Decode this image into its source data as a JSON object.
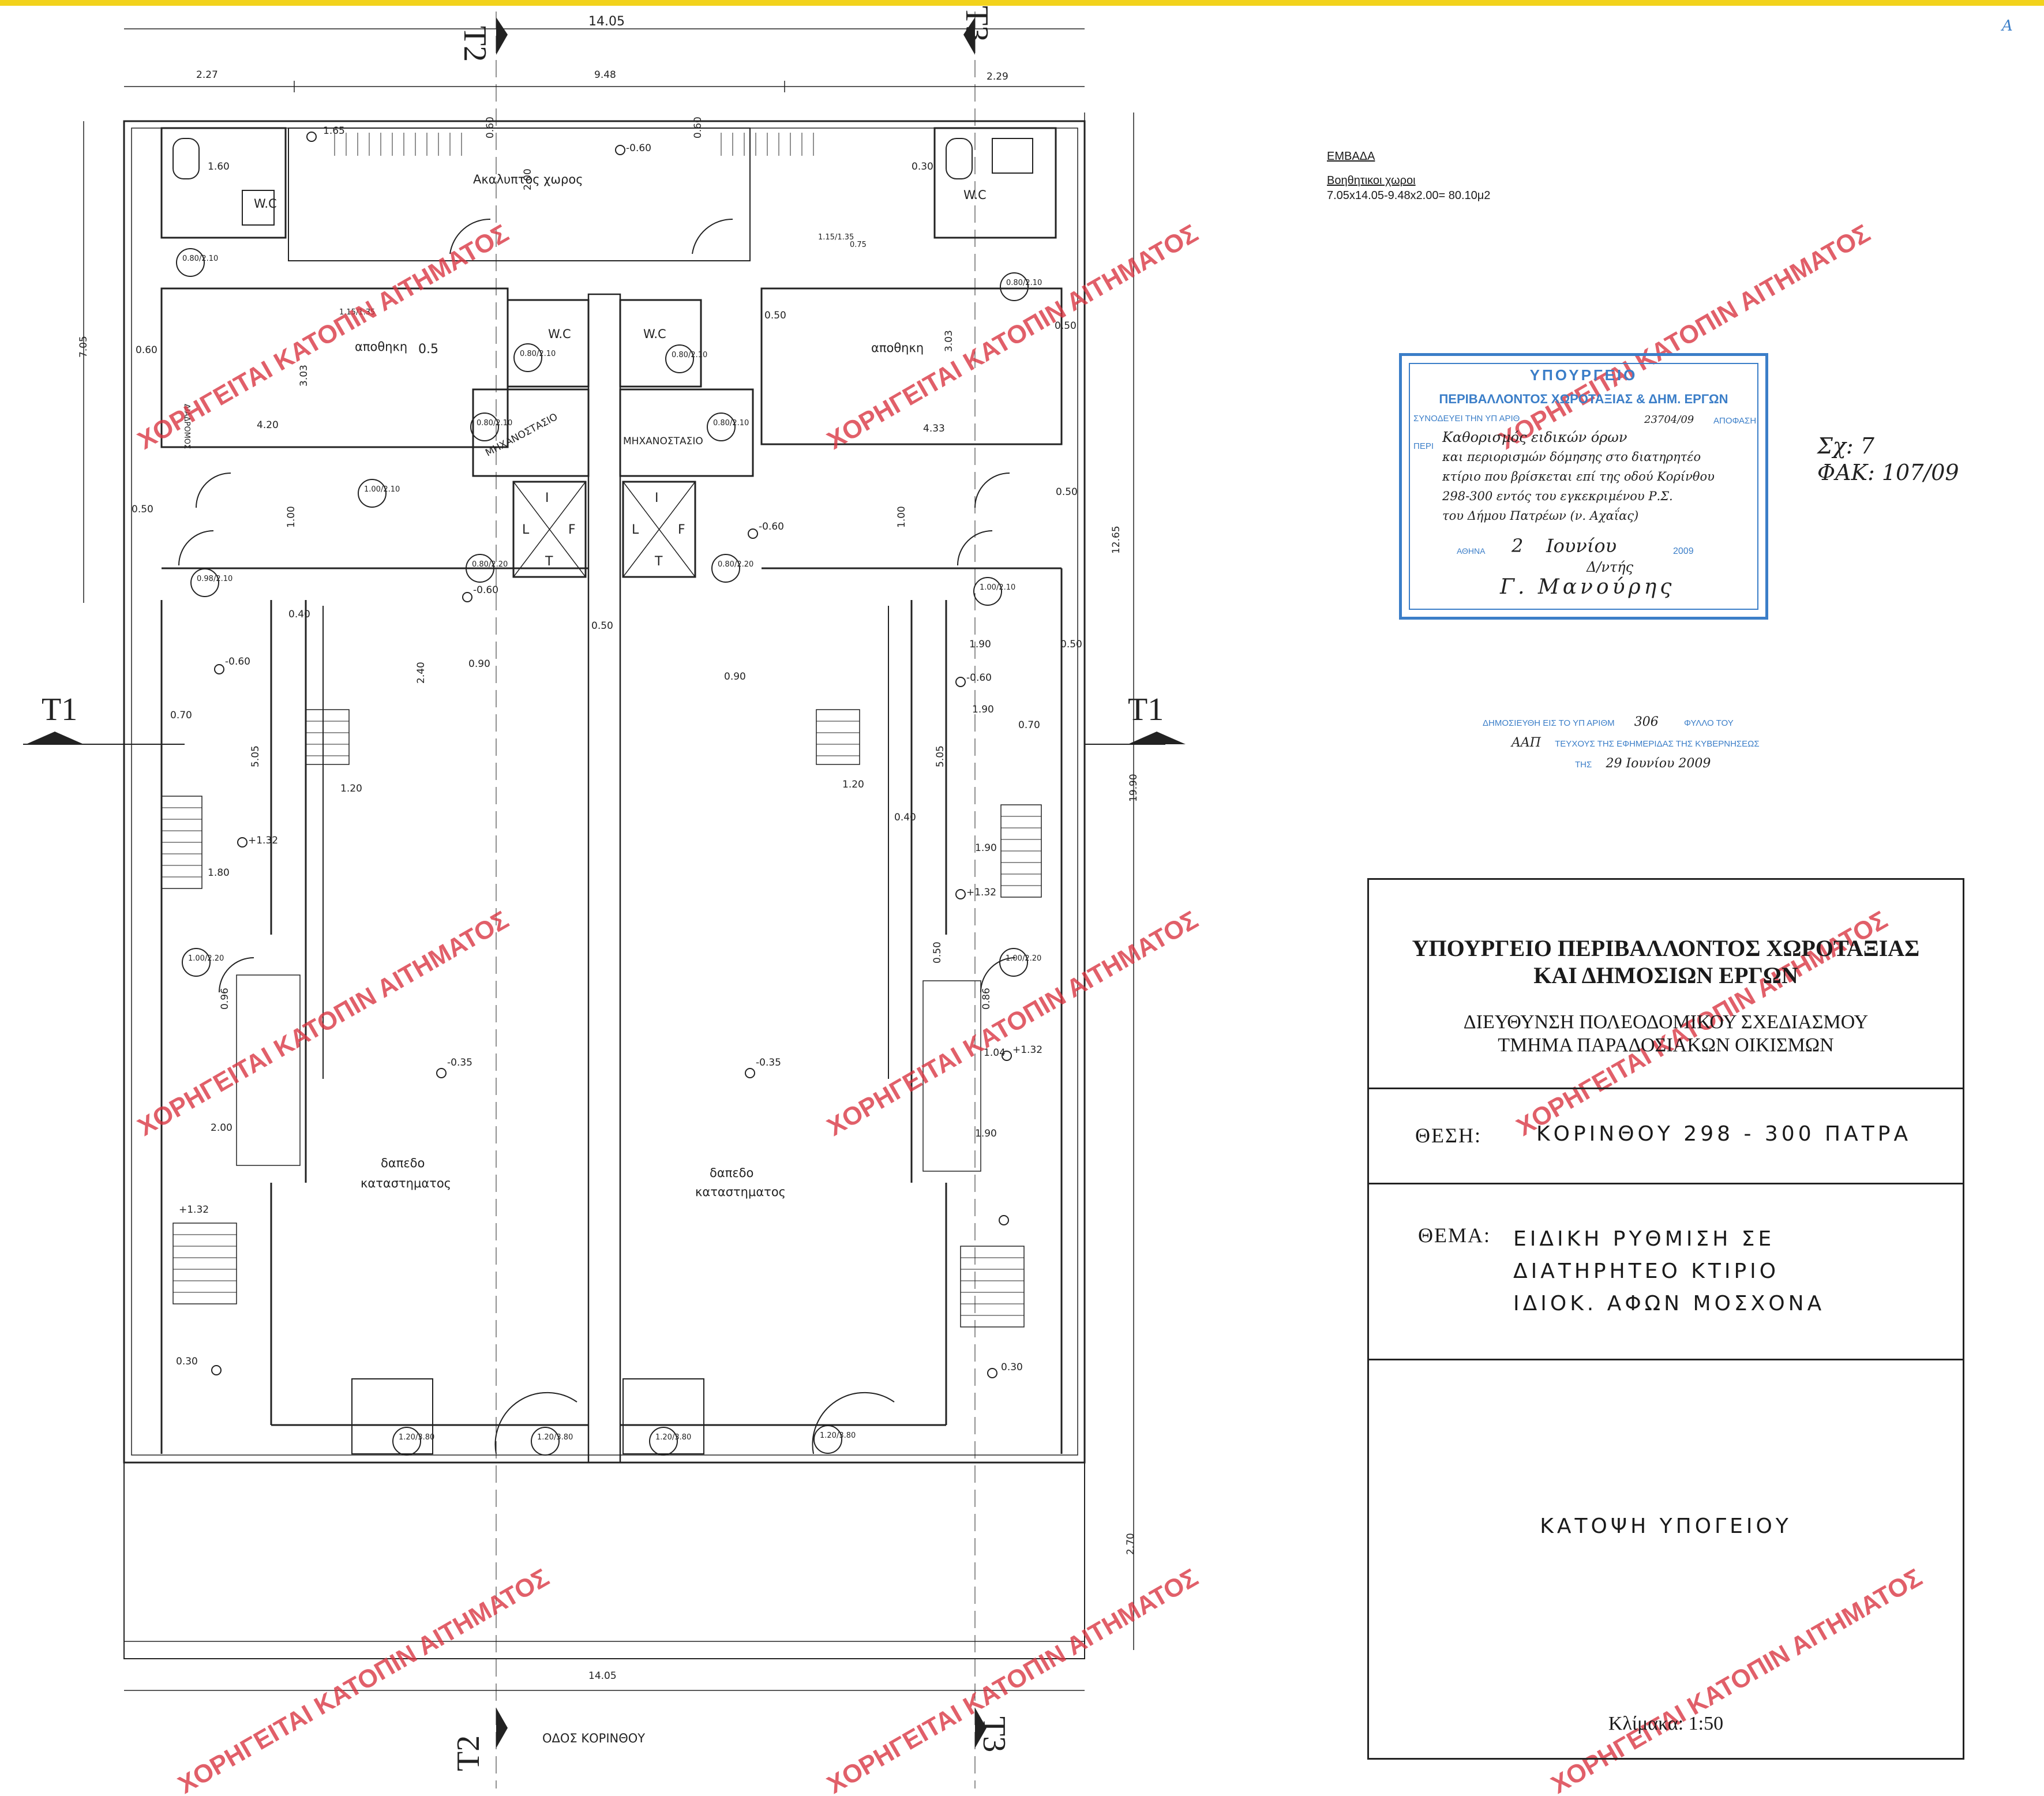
{
  "sheet": {
    "corner_mark": "A"
  },
  "dimensions": {
    "top_total": "14.05",
    "top_left": "2.27",
    "top_mid": "9.48",
    "top_right": "2.29",
    "bottom_total": "14.05",
    "left_total": "7.05",
    "right_1": "12.65",
    "right_2": "19.90",
    "right_3": "2.70"
  },
  "sections": {
    "t1_left": "T1",
    "t1_right": "T1",
    "t2_top": "T2",
    "t3_top": "T3",
    "t2_bottom": "T2",
    "t3_bottom": "T3"
  },
  "rooms": {
    "wc_left": "W.C",
    "wc_mid_left": "W.C",
    "wc_mid_right": "W.C",
    "wc_right": "W.C",
    "storage_left": "αποθηκη",
    "storage_right": "αποθηκη",
    "open_space": "Ακαλυπτος χωρος",
    "machine_left": "ΜΗΧΑΝΟΣΤΑΣΙΟ",
    "machine_right": "ΜΗΧΑΝΟΣΤΑΣΙΟ",
    "shop_floor_left_1": "δαπεδο",
    "shop_floor_left_2": "καταστηματος",
    "shop_floor_right_1": "δαπεδο",
    "shop_floor_right_2": "καταστηματος",
    "corridor": "ΔΙΑΔΡΟΜΟΣ",
    "street": "ΟΔΟΣ ΚΟΡΙΝΘΟΥ"
  },
  "levels": [
    "-0.60",
    "-0.60",
    "-0.60",
    "-0.60",
    "-0.60",
    "+1.32",
    "+1.32",
    "-0.35",
    "-0.35",
    "+1.32",
    "+1.32",
    "0.30",
    "0.30"
  ],
  "door_tags": [
    "0.80/2.10",
    "0.80/2.10",
    "0.80/2.10",
    "0.80/2.10",
    "0.80/2.10",
    "0.80/2.10",
    "0.98/2.10",
    "1.00/2.10",
    "0.80/2.20",
    "0.80/2.20",
    "1.00/2.10",
    "1.00/2.20",
    "1.00/2.20",
    "1.20/3.80",
    "1.20/3.80",
    "1.20/3.80",
    "1.20/3.80",
    "1.15/1.35"
  ],
  "lift_letters": [
    "I",
    "L",
    "F",
    "T"
  ],
  "inner_dims": [
    "1.65",
    "0.60",
    "0.60",
    "1.60",
    "2.00",
    "0.30",
    "0.50",
    "0.60",
    "0.50",
    "0.5",
    "4.20",
    "3.03",
    "4.33",
    "3.03",
    "0.50",
    "1.00",
    "1.00",
    "0.50",
    "0.40",
    "0.50",
    "0.90",
    "0.90",
    "1.90",
    "0.50",
    "0.70",
    "1.90",
    "0.70",
    "2.40",
    "5.05",
    "5.05",
    "1.20",
    "1.20",
    "0.40",
    "1.80",
    "1.90",
    "0.96",
    "0.50",
    "0.86",
    "1.04",
    "2.00",
    "1.90",
    "0.75"
  ],
  "emvada": {
    "heading": "ΕΜΒΑΔΑ",
    "subheading": "Βοηθητικοι χωροι",
    "formula": "7.05x14.05-9.48x2.00= 80.10μ2"
  },
  "stamp": {
    "ministry": "ΥΠΟΥΡΓΕΙΟ",
    "dept": "ΠΕΡΙΒΑΛΛΟΝΤΟΣ ΧΩΡΟΤΑΞΙΑΣ & ΔΗΜ. ΕΡΓΩΝ",
    "accompanies": "ΣΥΝΟΔΕΥΕΙ ΤΗΝ ΥΠ ΑΡΙΘ",
    "number": "23704/09",
    "decision": "ΑΠΟΦΑΣΗ",
    "peri": "ΠΕΡΙ",
    "handwritten_1": "Καθορισμός ειδικών όρων",
    "handwritten_2": "και περιορισμών δόμησης στο διατηρητέο",
    "handwritten_3": "κτίριο που βρίσκεται επί της οδού Κορίνθου",
    "handwritten_4": "298-300 εντός του εγκεκριμένου Ρ.Σ.",
    "handwritten_5": "του Δήμου Πατρέων (ν. Αχαΐας)",
    "city_label": "ΑΘΗΝΑ",
    "date_day": "2",
    "date_month": "Ιουνίου",
    "date_year": "2009",
    "sign_1": "Δ/ντής",
    "sign_2": "Γ. Μανούρης"
  },
  "note": {
    "line1": "Σχ: 7",
    "line2": "ΦΑΚ: 107/09"
  },
  "publication": {
    "label1": "ΔΗΜΟΣΙΕΥΘΗ ΕΙΣ ΤΟ ΥΠ ΑΡΙΘΜ",
    "number": "306",
    "label2": "ΦΥΛΛΟ ΤΟΥ",
    "issue": "ΑΑΠ",
    "label3": "ΤΕΥΧΟΥΣ ΤΗΣ ΕΦΗΜΕΡΙΔΑΣ ΤΗΣ ΚΥΒΕΡΝΗΣΕΩΣ",
    "label4": "ΤΗΣ",
    "date": "29 Ιουνίου 2009"
  },
  "titleblock": {
    "ministry_1": "ΥΠΟΥΡΓΕΙΟ ΠΕΡΙΒΑΛΛΟΝΤΟΣ ΧΩΡΟΤΑΞΙΑΣ",
    "ministry_2": "ΚΑΙ ΔΗΜΟΣΙΩΝ ΕΡΓΩΝ",
    "direction_1": "ΔΙΕΥΘΥΝΣΗ ΠΟΛΕΟΔΟΜΙΚΟΥ ΣΧΕΔΙΑΣΜΟΥ",
    "direction_2": "ΤΜΗΜΑ ΠΑΡΑΔΟΣΙΑΚΩΝ ΟΙΚΙΣΜΩΝ",
    "location_label": "ΘΕΣΗ:",
    "location": "ΚΟΡΙΝΘΟΥ 298 - 300 ΠΑΤΡΑ",
    "subject_label": "ΘΕΜΑ:",
    "subject_1": "ΕΙΔΙΚΗ ΡΥΘΜΙΣΗ ΣΕ",
    "subject_2": "ΔΙΑΤΗΡΗΤΕΟ ΚΤΙΡΙΟ",
    "subject_3": "ΙΔΙΟΚ. ΑΦΩΝ ΜΟΣΧΟΝΑ",
    "drawing": "ΚΑΤΟΨΗ ΥΠΟΓΕΙΟΥ",
    "scale": "Κλίμακα: 1:50"
  },
  "watermark": {
    "text": "ΧΟΡΗΓΕΙΤΑΙ ΚΑΤΟΠΙΝ ΑΙΤΗΜΑΤΟΣ",
    "color": "#d9333f"
  },
  "colors": {
    "top_strip": "#f2d21b",
    "stamp_blue": "#3b7ec8",
    "ink": "#1a1a1a"
  }
}
